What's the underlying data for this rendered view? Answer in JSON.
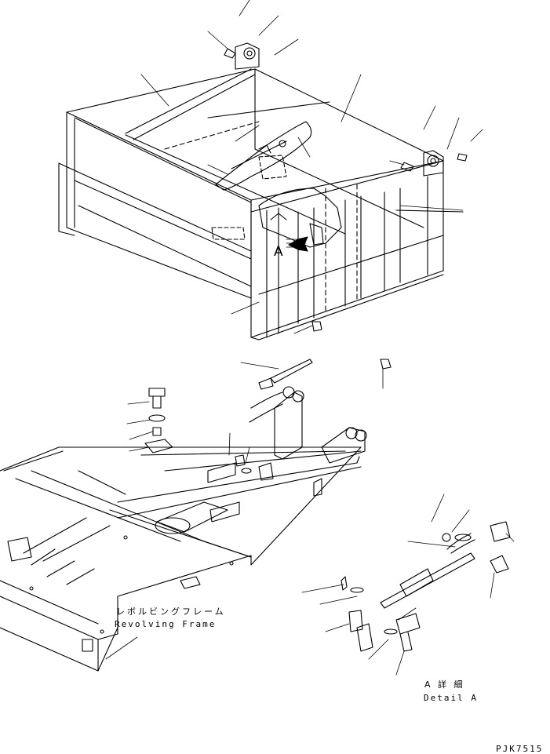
{
  "frame_label_jp": "レボルビングフレーム",
  "frame_label_en": "Revolving Frame",
  "detail_callout": "A",
  "detail_label_jp": "A 詳 細",
  "detail_label_en": "Detail A",
  "drawing_code": "PJK7515"
}
